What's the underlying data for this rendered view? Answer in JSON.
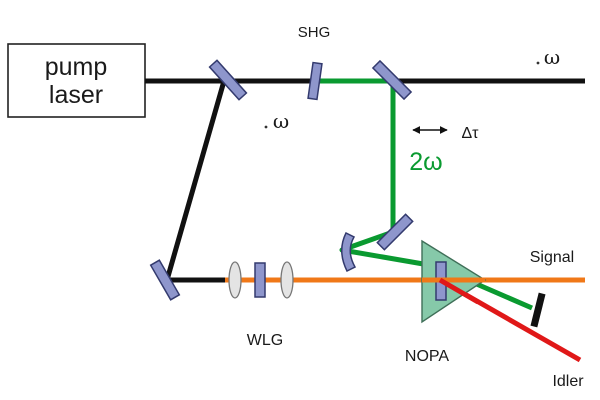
{
  "labels": {
    "pump_line1": "pump",
    "pump_line2": "laser",
    "shg": "SHG",
    "omega_top": "ω",
    "omega_mid": "ω",
    "delta_tau": "Δτ",
    "two_omega": "2ω",
    "signal": "Signal",
    "wlg": "WLG",
    "nopa": "NOPA",
    "idler": "Idler"
  },
  "colors": {
    "pump": "#111111",
    "second_harmonic": "#0a9a30",
    "signal": "#f07818",
    "idler": "#e01818",
    "optic_fill": "#8e96cc",
    "optic_stroke": "#333a6e",
    "lens_fill": "#e4e4e4",
    "prism_fill": "#86c9a9",
    "prism_stroke": "#3f6f58"
  }
}
